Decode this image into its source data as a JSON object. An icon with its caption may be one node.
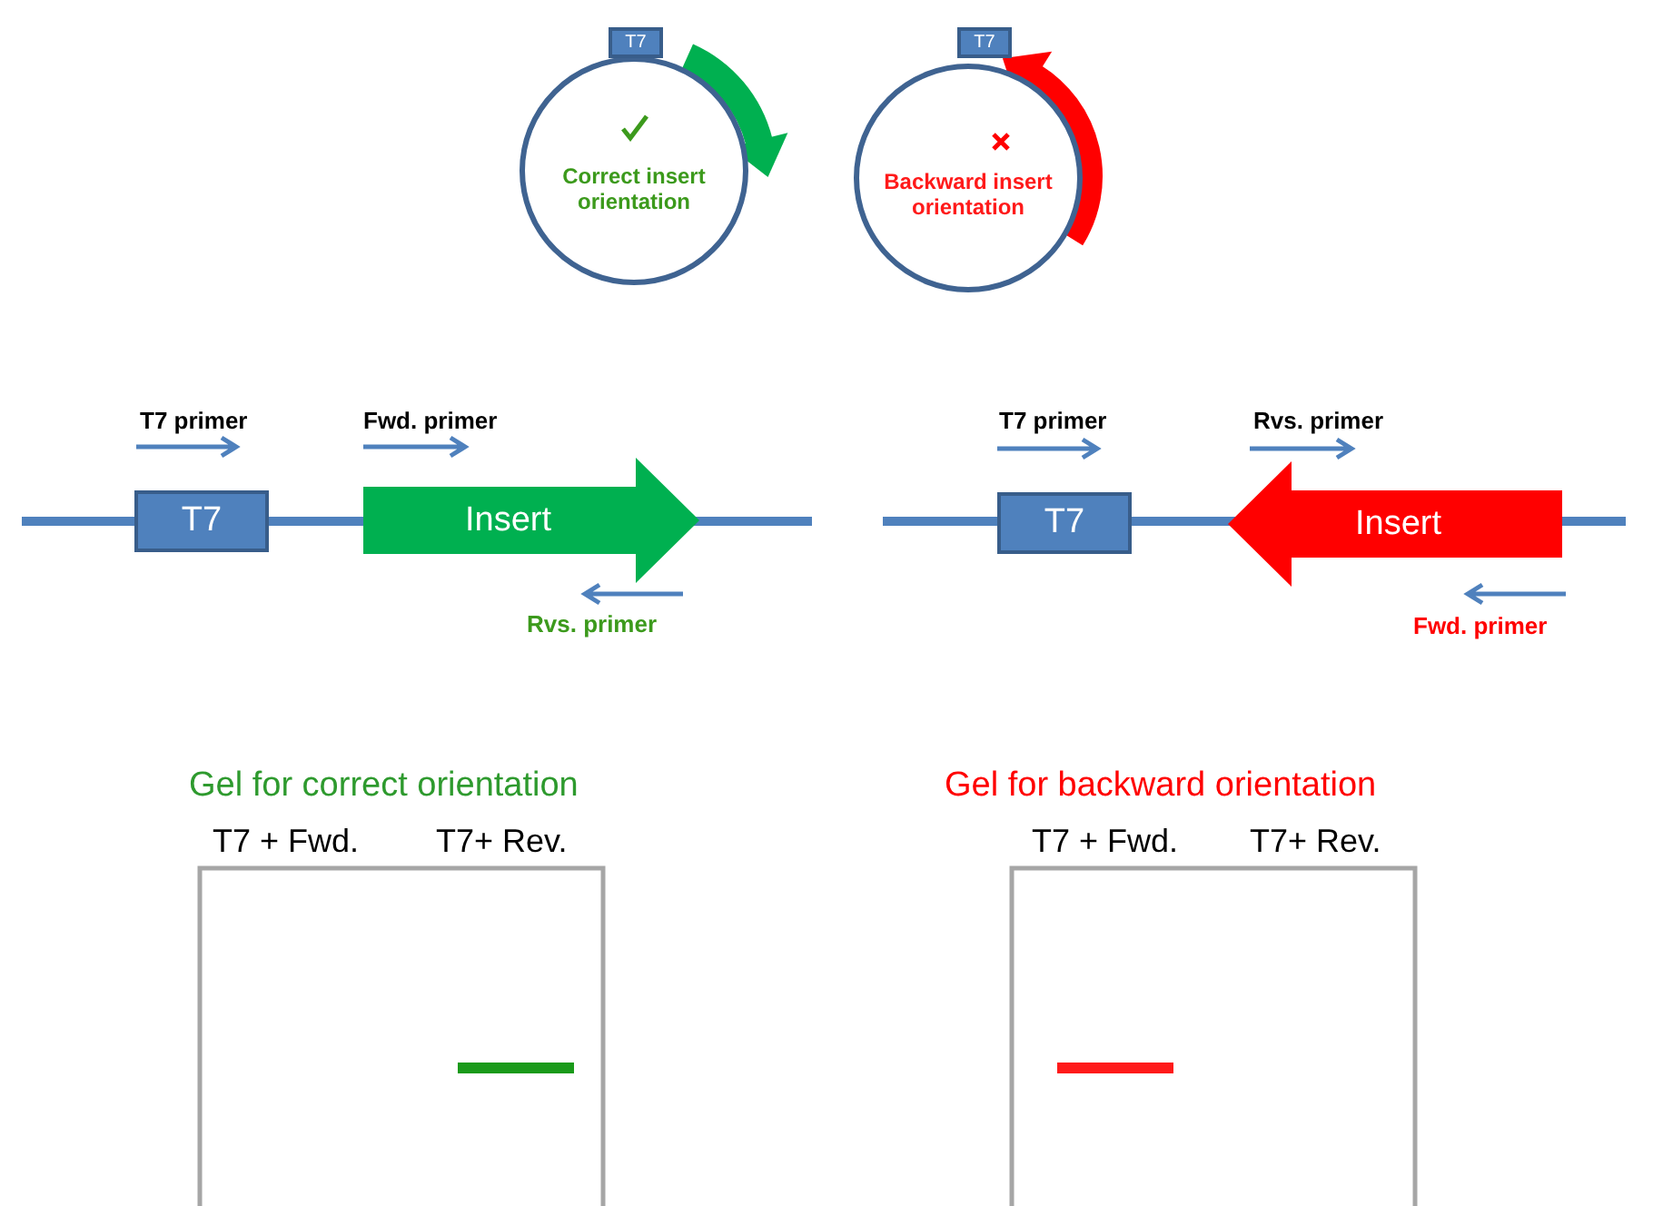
{
  "diagram": {
    "nodes": [
      {
        "text": [
          "Correct insert orientation"
        ]
      },
      {
        "text": [
          "T7"
        ]
      },
      {
        "text": [
          "Backward insert orientation"
        ]
      },
      {
        "text": [
          "T7"
        ]
      },
      {
        "text": [
          "T7"
        ]
      },
      {
        "text": [
          "Insert"
        ]
      },
      {
        "text": [
          "T7"
        ]
      },
      {
        "text": [
          "Insert"
        ]
      }
    ],
    "labels": [
      "T7 primer",
      "Fwd. primer",
      "T7 primer",
      "Rvs. primer",
      "Rvs. primer",
      "Fwd. primer",
      "Gel for correct orientation",
      "Gel for backward orientation",
      "T7 + Fwd.",
      "T7+ Rev.",
      "T7 + Fwd.",
      "T7+ Rev."
    ]
  }
}
